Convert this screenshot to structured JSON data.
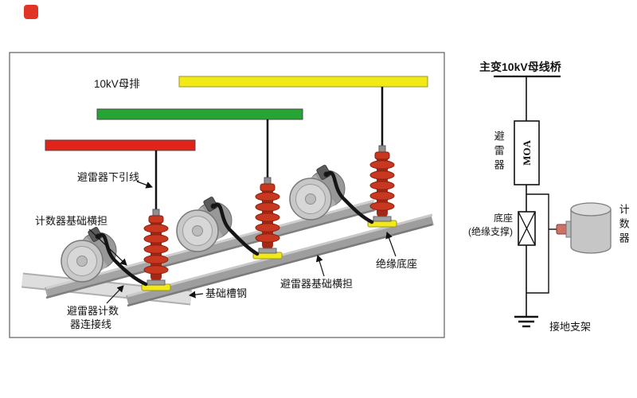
{
  "colors": {
    "busbar_red": "#e2231a",
    "busbar_green": "#28a437",
    "busbar_yellow": "#f2ea16",
    "pad_yellow": "#f2ea16",
    "arrester_red": "#c8371f",
    "arrester_red_dark": "#a32815",
    "watermark_red": "#e03427",
    "ink": "#111111"
  },
  "left_panel": {
    "busbar_label": "10kV母排",
    "labels": {
      "down_lead": "避雷器下引线",
      "counter_crossarm": "计数器基础横担",
      "connection_line1": "避雷器计数",
      "connection_line2": "器连接线",
      "channel_steel": "基础槽钢",
      "arrester_crossarm": "避雷器基础横担",
      "insulating_base": "绝缘底座"
    }
  },
  "right_panel": {
    "title": "主变10kV母线桥",
    "moa_text": "MOA",
    "arrester_label": "避雷器",
    "base_line1": "底座",
    "base_line2": "(绝缘支撑)",
    "counter_label": "计数器",
    "ground_label": "接地支架"
  }
}
